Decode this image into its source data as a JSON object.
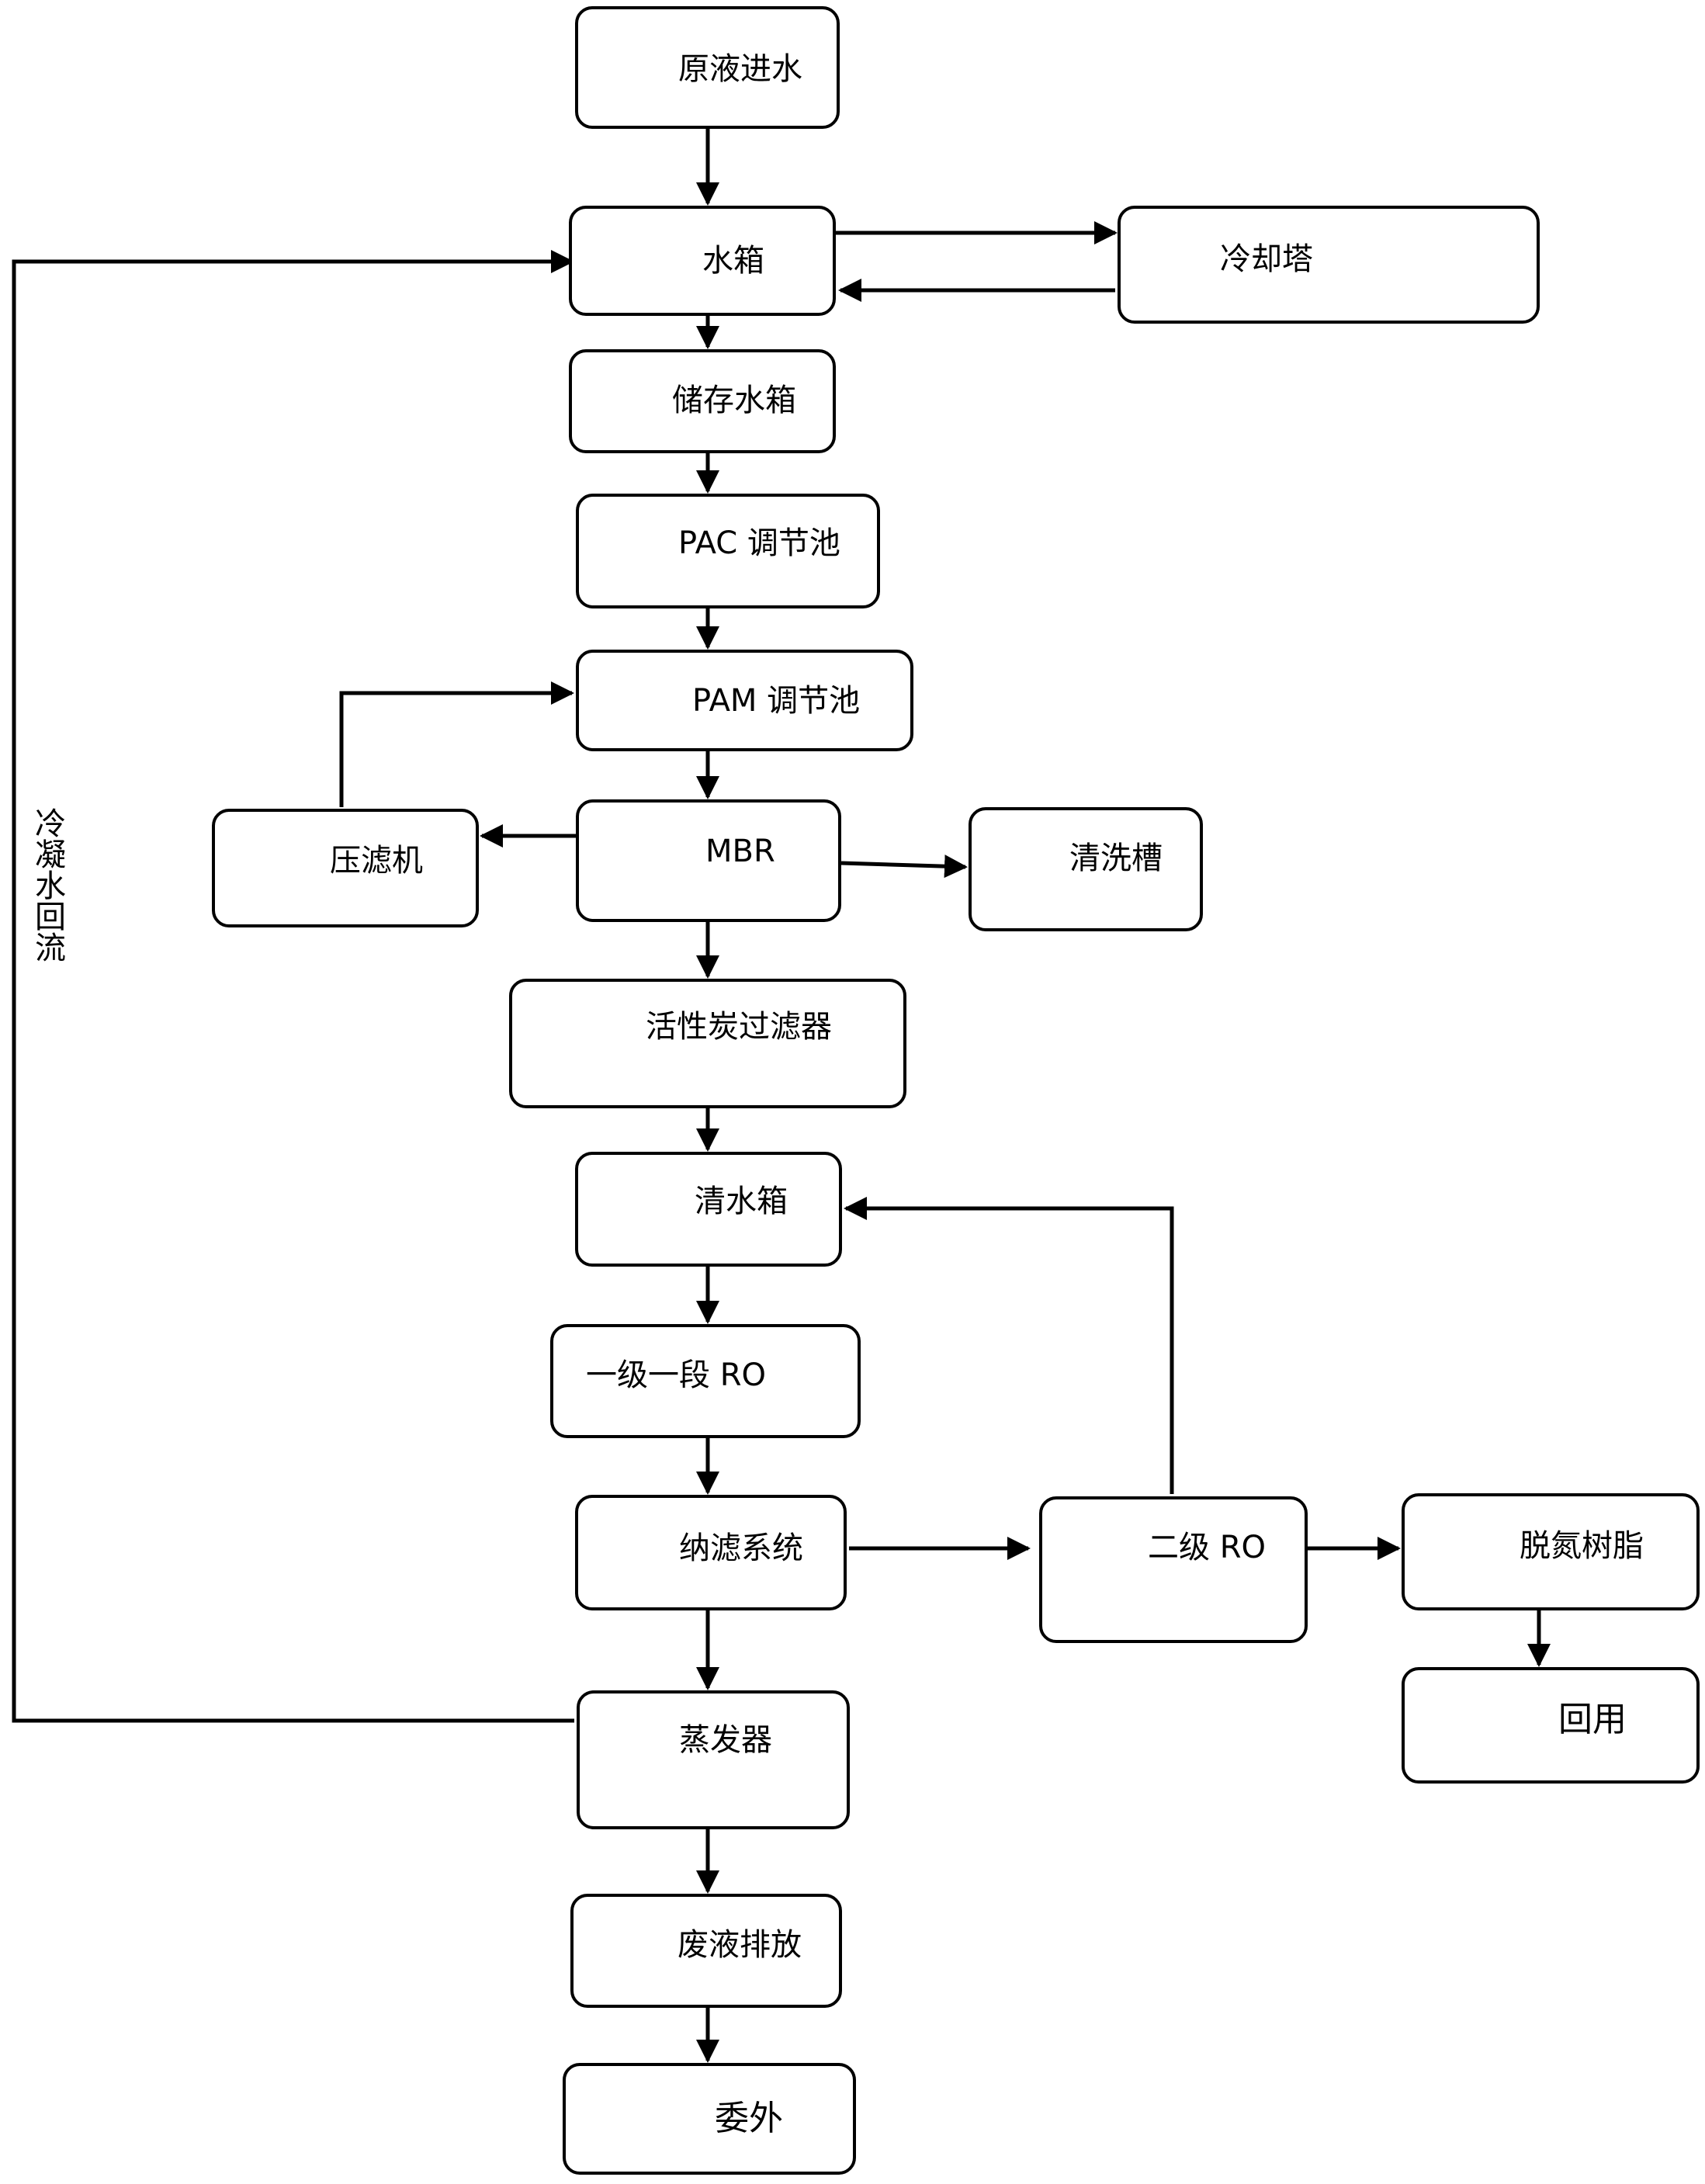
{
  "nodes": {
    "raw_inlet": "原液进水",
    "water_tank": "水箱",
    "cooling_tower": "冷却塔",
    "storage_tank": "储存水箱",
    "pac_tank": "PAC 调节池",
    "pam_tank": "PAM 调节池",
    "filter_press": "压滤机",
    "mbr": "MBR",
    "cleaning_tank": "清洗槽",
    "carbon_filter": "活性炭过滤器",
    "clean_water_tank": "清水箱",
    "ro_stage1": "一级一段 RO",
    "nanofiltration": "纳滤系统",
    "ro_stage2": "二级 RO",
    "denitrogen_resin": "脱氮树脂",
    "reuse": "回用",
    "evaporator": "蒸发器",
    "waste_discharge": "废液排放",
    "outsourced": "委外"
  },
  "condensate_return_label": "冷凝水回流"
}
